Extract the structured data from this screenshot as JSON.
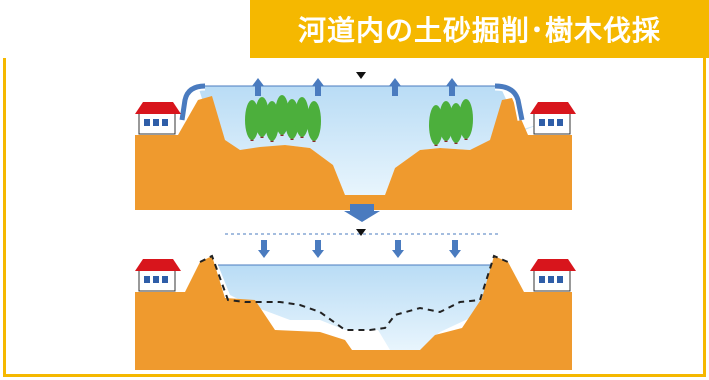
{
  "title": "河道内の土砂掘削･樹木伐採",
  "colors": {
    "accent": "#f5b800",
    "soil": "#ef9a2e",
    "water": "#cfe9fb",
    "arrow": "#4a7bbf",
    "roof": "#d8151c"
  },
  "sections": [
    {
      "name": "before",
      "icons": [
        "house-icon",
        "tree-icon",
        "arrow-up-icon"
      ]
    },
    {
      "name": "after",
      "icons": [
        "house-icon",
        "arrow-down-icon"
      ]
    }
  ],
  "transition_icon": "arrow-down-icon"
}
